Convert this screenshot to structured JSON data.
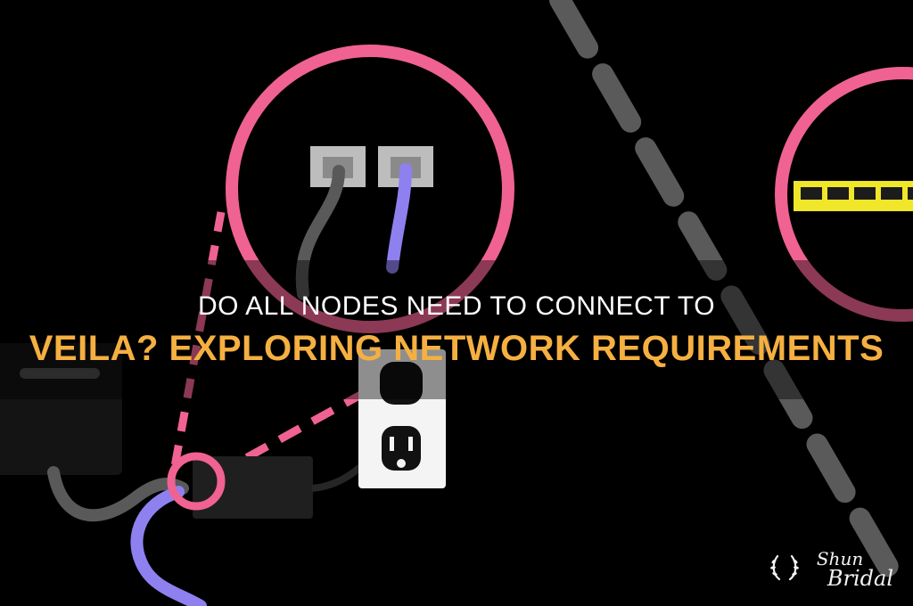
{
  "title": {
    "line1": "DO ALL NODES NEED TO CONNECT TO",
    "line2": "VEILA? EXPLORING NETWORK REQUIREMENTS"
  },
  "watermark": {
    "line1": "Shun",
    "line2": "Bridal",
    "icon": "laurel-wreath-icon"
  },
  "colors": {
    "background": "#000000",
    "highlight_circle": "#f06292",
    "dashed_line": "#555555",
    "title_primary": "#ffffff",
    "title_accent": "#f5b041",
    "ethernet_port": "#f0e62a",
    "cable_blue": "#8f80f0",
    "cable_gray": "#555555"
  }
}
